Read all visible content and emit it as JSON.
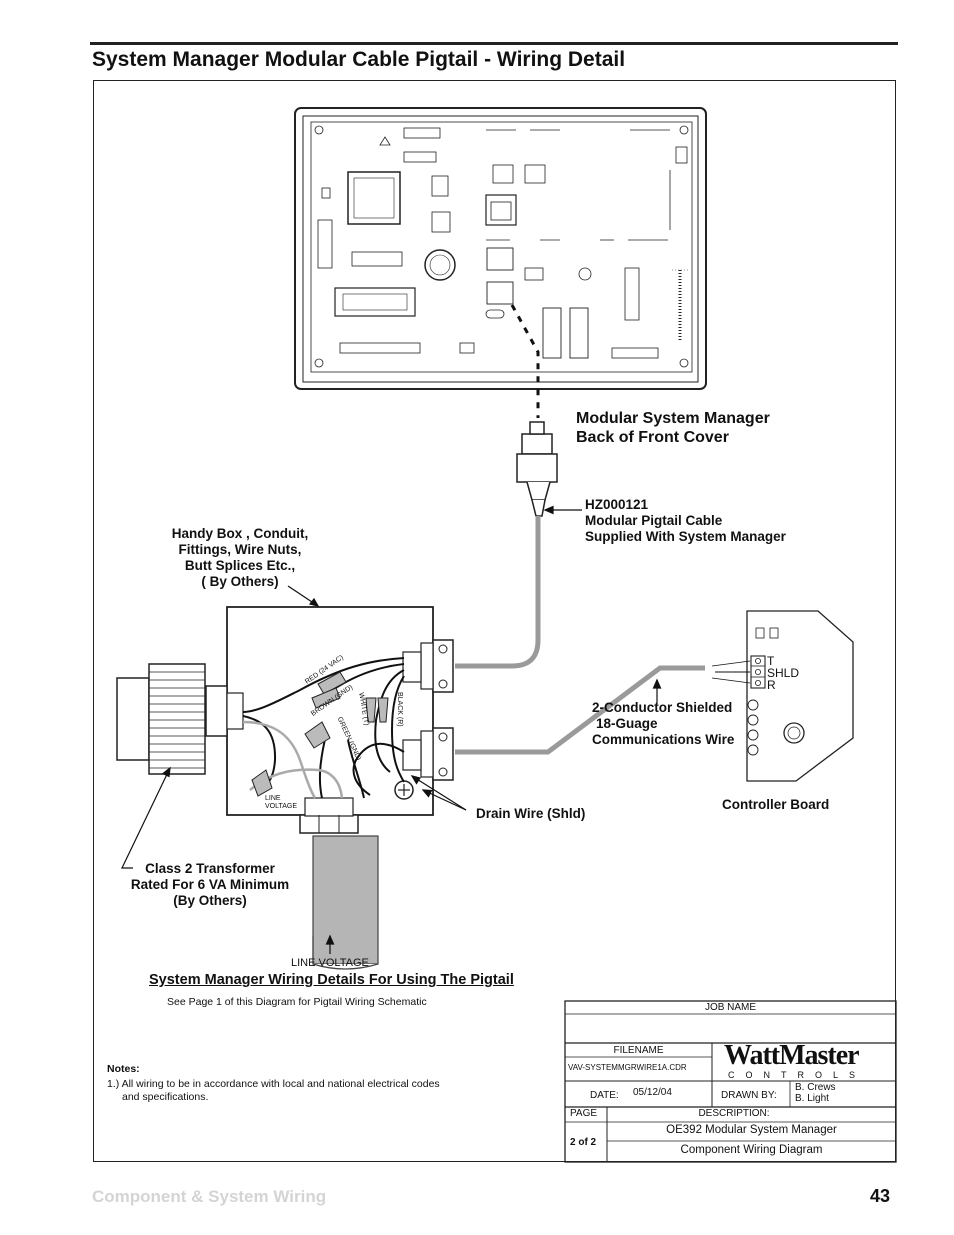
{
  "page": {
    "title": "System Manager Modular Cable Pigtail - Wiring Detail",
    "footer_section": "Component & System Wiring",
    "page_number": "43"
  },
  "diagram": {
    "label_cover_line1": "Modular System Manager",
    "label_cover_line2": "Back of Front Cover",
    "label_cable_line1": "HZ000121",
    "label_cable_line2": "Modular Pigtail Cable",
    "label_cable_line3": "Supplied With System Manager",
    "label_box_line1": "Handy Box , Conduit,",
    "label_box_line2": "Fittings, Wire Nuts,",
    "label_box_line3": "Butt Splices Etc.,",
    "label_box_line4": "( By Others)",
    "label_comm_line1": "2-Conductor Shielded",
    "label_comm_line2": "18-Guage",
    "label_comm_line3": "Communications Wire",
    "label_drain": "Drain Wire (Shld)",
    "label_controller": "Controller Board",
    "label_transformer_line1": "Class 2 Transformer",
    "label_transformer_line2": "Rated For 6 VA Minimum",
    "label_transformer_line3": "(By Others)",
    "label_line_voltage": "LINE VOLTAGE",
    "label_line_voltage_small_1": "LINE",
    "label_line_voltage_small_2": "VOLTAGE",
    "terminal_t": "T",
    "terminal_shld": "SHLD",
    "terminal_r": "R",
    "wire_red": "RED (24 VAC)",
    "wire_brown": "BROWN (GND)",
    "wire_white": "WHITE (T)",
    "wire_green": "GREEN (GND)",
    "wire_black": "BLACK (R)",
    "subtitle": "System Manager Wiring Details For Using The Pigtail",
    "see_page": "See Page 1 of this Diagram for Pigtail Wiring Schematic"
  },
  "notes": {
    "heading": "Notes:",
    "line1": "1.) All wiring to be in accordance with local and national electrical codes",
    "line2": "and specifications."
  },
  "title_block": {
    "job_name_label": "JOB NAME",
    "job_name_value": "",
    "filename_label": "FILENAME",
    "filename_value": "VAV-SYSTEMMGRWIRE1A.CDR",
    "date_label": "DATE:",
    "date_value": "05/12/04",
    "drawn_by_label": "DRAWN BY:",
    "drawn_by_1": "B. Crews",
    "drawn_by_2": "B. Light",
    "page_label": "PAGE",
    "page_value": "2 of 2",
    "description_label": "DESCRIPTION:",
    "description_1": "OE392 Modular System Manager",
    "description_2": "Component Wiring Diagram",
    "logo_text": "WattMaster",
    "logo_sub": "CONTROLS"
  }
}
